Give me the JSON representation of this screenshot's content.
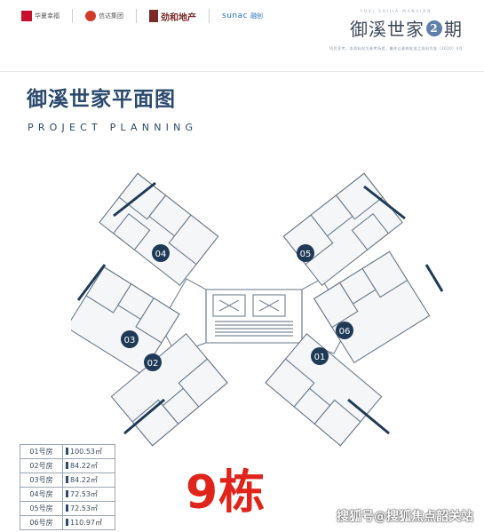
{
  "header": {
    "partner_logos": [
      {
        "name": "华夏幸福",
        "sub": ""
      },
      {
        "name": "信达集团",
        "sub": ""
      },
      {
        "name": "劲和地产",
        "sub": ""
      },
      {
        "name": "sunac",
        "sub": "融创"
      }
    ],
    "brand": {
      "tiny_caption": "YUXI SHIJIA MANSION",
      "name": "御溪世家",
      "phase_badge": "2",
      "phase_suffix": "期",
      "tagline": "项目宣传，本资料仅为参考所用，最终以政府批准之资料为准（2020）4号"
    }
  },
  "title": {
    "cn": "御溪世家平面图",
    "en": "PROJECT PLANNING"
  },
  "plan": {
    "units": [
      {
        "label": "01"
      },
      {
        "label": "02"
      },
      {
        "label": "03"
      },
      {
        "label": "04"
      },
      {
        "label": "05"
      },
      {
        "label": "06"
      }
    ],
    "accent": "#1f3a57"
  },
  "unit_table": [
    {
      "no": "01号房",
      "area": "100.53㎡"
    },
    {
      "no": "02号房",
      "area": "84.22㎡"
    },
    {
      "no": "03号房",
      "area": "84.22㎡"
    },
    {
      "no": "04号房",
      "area": "72.53㎡"
    },
    {
      "no": "05号房",
      "area": "72.53㎡"
    },
    {
      "no": "06号房",
      "area": "110.97㎡"
    }
  ],
  "building_label": "9栋",
  "watermark": "搜狐号@搜狐焦点韶关站"
}
